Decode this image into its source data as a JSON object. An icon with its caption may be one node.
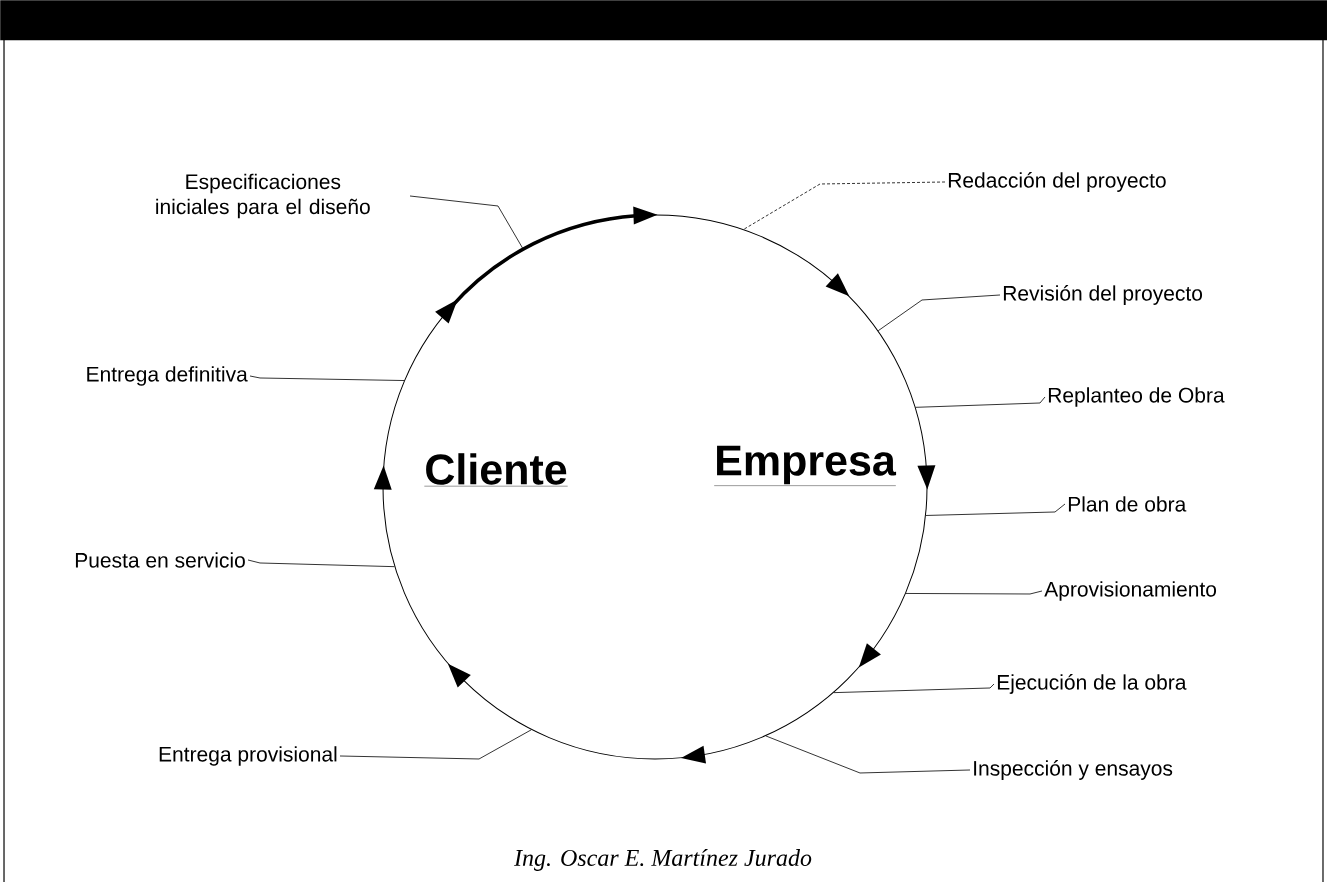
{
  "diagram": {
    "nodes": [
      {
        "text": [],
        "shape": "bar"
      },
      {
        "text": [
          "Especificaciones iniciales para el diseño"
        ]
      },
      {
        "text": [
          "Redacción del proyecto"
        ]
      },
      {
        "text": [
          "Revisión del proyecto"
        ]
      },
      {
        "text": [
          "Replanteo de Obra"
        ]
      },
      {
        "text": [
          "Plan de obra"
        ]
      },
      {
        "text": [
          "Aprovisionamiento"
        ]
      },
      {
        "text": [
          "Ejecución de la obra"
        ]
      },
      {
        "text": [
          "Inspección y ensayos"
        ]
      },
      {
        "text": [
          "Entrega provisional"
        ]
      },
      {
        "text": [
          "Puesta en servicio"
        ]
      },
      {
        "text": [
          "Entrega definitiva"
        ]
      },
      {
        "text": [
          "Cliente",
          "Empresa"
        ]
      }
    ],
    "edges": [
      {
        "from": 1,
        "to": 12,
        "arrow": "none"
      },
      {
        "from": 2,
        "to": 12,
        "arrow": "none",
        "style": "dashed"
      },
      {
        "from": 3,
        "to": 12,
        "arrow": "none"
      },
      {
        "from": 4,
        "to": 12,
        "arrow": "none"
      },
      {
        "from": 5,
        "to": 12,
        "arrow": "none"
      },
      {
        "from": 6,
        "to": 12,
        "arrow": "none"
      },
      {
        "from": 7,
        "to": 12,
        "arrow": "none"
      },
      {
        "from": 8,
        "to": 12,
        "arrow": "none"
      },
      {
        "from": 9,
        "to": 12,
        "arrow": "none"
      },
      {
        "from": 10,
        "to": 12,
        "arrow": "none"
      },
      {
        "from": 11,
        "to": 12,
        "arrow": "none"
      }
    ],
    "labels": [
      "Ing. Oscar E. Martínez Jurado"
    ]
  }
}
